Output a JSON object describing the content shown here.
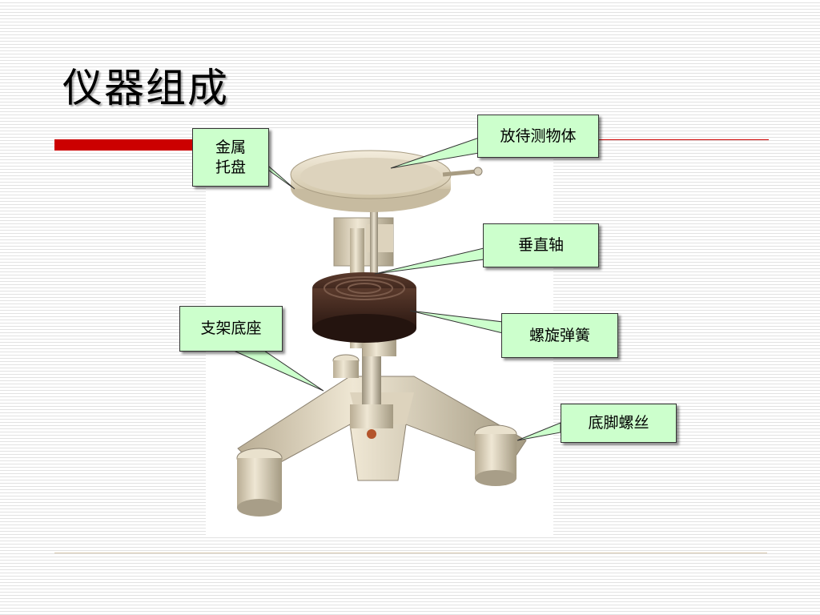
{
  "slide": {
    "title": "仪器组成"
  },
  "labels": {
    "tray": "金属\n托盘",
    "object": "放待测物体",
    "axis": "垂直轴",
    "spring": "螺旋弹簧",
    "base": "支架底座",
    "screw": "底脚螺丝"
  },
  "colors": {
    "accent_red": "#cc0000",
    "label_fill": "#ccffcc"
  }
}
